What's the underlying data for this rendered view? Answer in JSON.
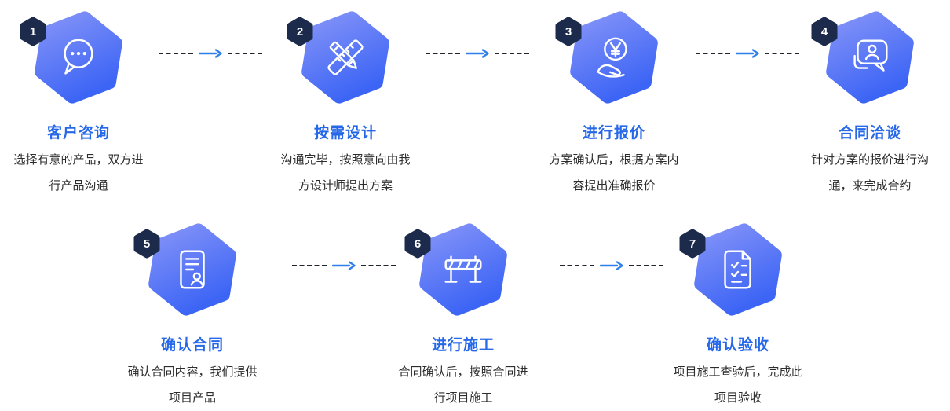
{
  "diagram_title": "service-process-flow",
  "steps": [
    {
      "number": "1",
      "title": "客户咨询",
      "desc_line1": "选择有意的产品，双方进",
      "desc_line2": "行产品沟通",
      "icon": "chat-icon"
    },
    {
      "number": "2",
      "title": "按需设计",
      "desc_line1": "沟通完毕，按照意向由我",
      "desc_line2": "方设计师提出方案",
      "icon": "design-icon"
    },
    {
      "number": "3",
      "title": "进行报价",
      "desc_line1": "方案确认后，根据方案内",
      "desc_line2": "容提出准确报价",
      "icon": "quote-icon"
    },
    {
      "number": "4",
      "title": "合同洽谈",
      "desc_line1": "针对方案的报价进行沟",
      "desc_line2": "通，来完成合约",
      "icon": "negotiation-icon"
    },
    {
      "number": "5",
      "title": "确认合同",
      "desc_line1": "确认合同内容，我们提供",
      "desc_line2": "项目产品",
      "icon": "contract-icon"
    },
    {
      "number": "6",
      "title": "进行施工",
      "desc_line1": "合同确认后，按照合同进",
      "desc_line2": "行项目施工",
      "icon": "construction-icon"
    },
    {
      "number": "7",
      "title": "确认验收",
      "desc_line1": "项目施工查验后，完成此",
      "desc_line2": "项目验收",
      "icon": "acceptance-icon"
    }
  ],
  "colors": {
    "hex_start": "#8493F8",
    "hex_end": "#3D65F5",
    "badge_bg": "#1C2B4B",
    "title": "#2668E8",
    "desc": "#2D2D2D",
    "arrow": "#2F80ED",
    "dash": "#1F2430"
  }
}
